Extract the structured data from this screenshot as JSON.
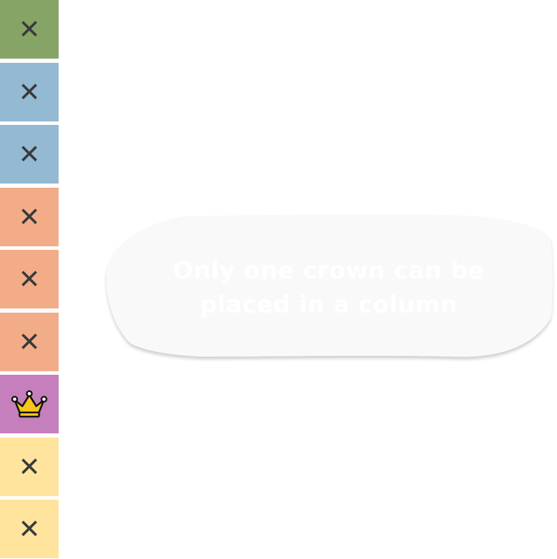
{
  "board": {
    "cells": [
      {
        "state": "cross",
        "symbol": "✕",
        "color": "#86a465",
        "icon": "close-icon"
      },
      {
        "state": "cross",
        "symbol": "✕",
        "color": "#94b9d2",
        "icon": "close-icon"
      },
      {
        "state": "cross",
        "symbol": "✕",
        "color": "#94b9d2",
        "icon": "close-icon"
      },
      {
        "state": "cross",
        "symbol": "✕",
        "color": "#f2ad88",
        "icon": "close-icon"
      },
      {
        "state": "cross",
        "symbol": "✕",
        "color": "#f2ad88",
        "icon": "close-icon"
      },
      {
        "state": "cross",
        "symbol": "✕",
        "color": "#f2ad88",
        "icon": "close-icon"
      },
      {
        "state": "crown",
        "symbol": "",
        "color": "#c47fbc",
        "icon": "crown-icon"
      },
      {
        "state": "cross",
        "symbol": "✕",
        "color": "#fee49d",
        "icon": "close-icon"
      },
      {
        "state": "cross",
        "symbol": "✕",
        "color": "#fee49d",
        "icon": "close-icon"
      }
    ]
  },
  "toast": {
    "message": "Only one crown can be placed in a column",
    "background": "#f9f9f9",
    "text_color": "#ffffff"
  }
}
